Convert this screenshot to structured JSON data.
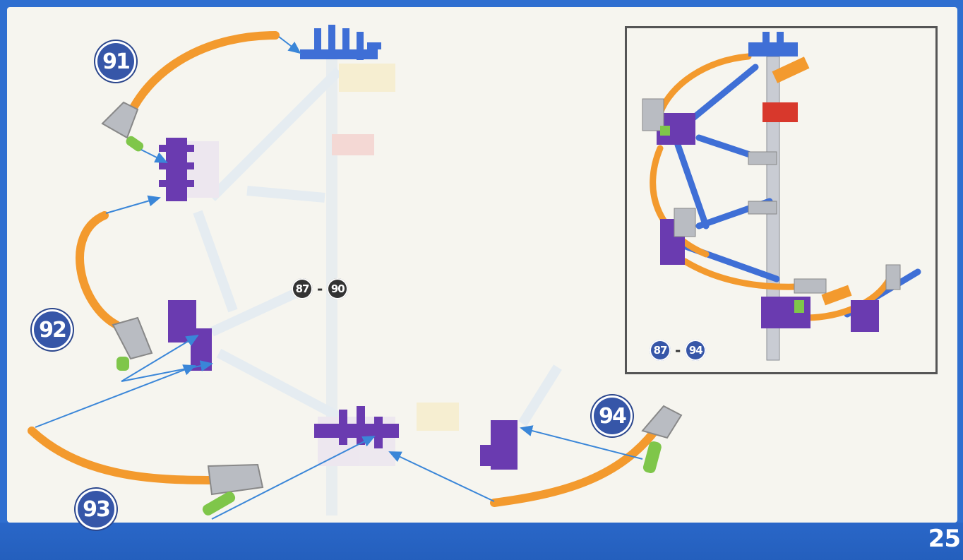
{
  "page": {
    "number": "25"
  },
  "steps": [
    {
      "number": "91"
    },
    {
      "number": "92"
    },
    {
      "number": "93"
    },
    {
      "number": "94"
    }
  ],
  "ranges": {
    "main": {
      "from": "87",
      "to": "90",
      "separator": "-"
    },
    "inset": {
      "from": "87",
      "to": "94",
      "separator": "-"
    }
  },
  "colors": {
    "background_blue": "#2f6fd0",
    "paper": "#f6f5ef",
    "badge": "#3656a8",
    "track_orange": "#f39a2e",
    "connector_purple": "#6a3bb0",
    "rod_blue": "#3f6fd6",
    "arrow_blue": "#3a86d8",
    "connector_gray": "#b9bcc2",
    "connector_green": "#7fc64a"
  }
}
